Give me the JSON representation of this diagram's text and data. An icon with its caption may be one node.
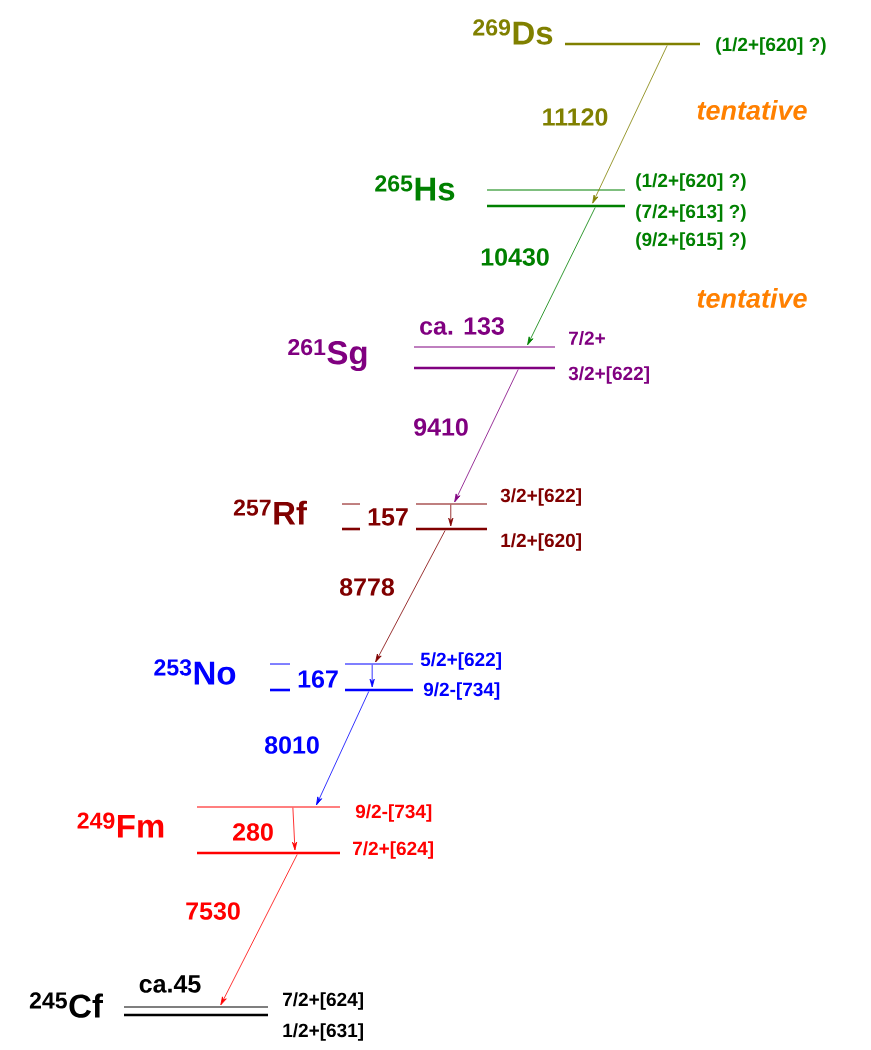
{
  "diagram": {
    "nodes": [
      {
        "text": [],
        "shape": "bar",
        "beside": [
          "(1/2+[620] ?)"
        ]
      },
      {
        "text": [],
        "shape": "bar",
        "beside": [
          "(1/2+[620] ?)"
        ]
      },
      {
        "text": [],
        "shape": "bar",
        "beside": [
          "(7/2+[613] ?)",
          "(9/2+[615] ?)"
        ]
      },
      {
        "text": [],
        "shape": "bar",
        "beside": [
          "7/2+"
        ]
      },
      {
        "text": [],
        "shape": "bar",
        "beside": [
          "3/2+[622]"
        ]
      },
      {
        "text": [],
        "shape": "bar",
        "beside": [
          "3/2+[622]"
        ]
      },
      {
        "text": [],
        "shape": "bar",
        "beside": [
          "1/2+[620]"
        ]
      },
      {
        "text": [],
        "shape": "bar",
        "beside": [
          "5/2+[622]"
        ]
      },
      {
        "text": [],
        "shape": "bar",
        "beside": [
          "9/2-[734]"
        ]
      },
      {
        "text": [],
        "shape": "bar",
        "beside": [
          "9/2-[734]"
        ]
      },
      {
        "text": [],
        "shape": "bar",
        "beside": [
          "7/2+[624]"
        ]
      },
      {
        "text": [],
        "shape": "bar",
        "beside": [
          "7/2+[624]"
        ]
      },
      {
        "text": [],
        "shape": "bar",
        "beside": [
          "1/2+[631]"
        ]
      }
    ],
    "edges": [
      {
        "from": 0,
        "to": 2,
        "arrow": "to",
        "label": "11120",
        "color": "#808000"
      },
      {
        "from": 2,
        "to": 3,
        "arrow": "to",
        "label": "10430",
        "color": "#008000"
      },
      {
        "from": 4,
        "to": 5,
        "arrow": "to",
        "label": "9410",
        "color": "#800080"
      },
      {
        "from": 5,
        "to": 6,
        "arrow": "to",
        "color": "#800000"
      },
      {
        "from": 6,
        "to": 7,
        "arrow": "to",
        "label": "8778",
        "color": "#800000"
      },
      {
        "from": 7,
        "to": 8,
        "arrow": "to",
        "color": "#0000ff"
      },
      {
        "from": 8,
        "to": 9,
        "arrow": "to",
        "label": "8010",
        "color": "#0000ff"
      },
      {
        "from": 9,
        "to": 10,
        "arrow": "to",
        "color": "#ff0000"
      },
      {
        "from": 10,
        "to": 11,
        "arrow": "to",
        "label": "7530",
        "color": "#ff0000"
      }
    ],
    "labels": [
      "$^{269}$Ds",
      "tentative",
      "$^{265}$Hs",
      "tentative",
      "ca. 133",
      "$^{261}$Sg",
      "$^{257}$Rf",
      "157",
      "$^{253}$No",
      "167",
      "$^{249}$Fm",
      "280",
      "ca.45",
      "$^{245}$Cf"
    ]
  }
}
